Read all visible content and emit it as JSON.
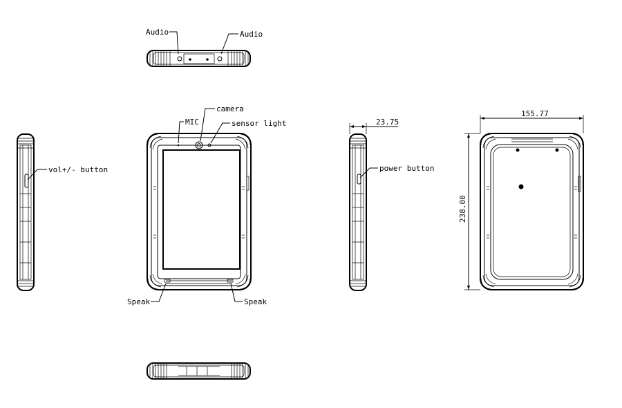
{
  "labels": {
    "audio_left": "Audio",
    "audio_right": "Audio",
    "mic": "MIC",
    "camera": "camera",
    "sensor_light": "sensor light",
    "vol_button": "vol+/- button",
    "power_button": "power button",
    "speak_left": "Speak",
    "speak_right": "Speak"
  },
  "dimensions": {
    "thickness": "23.75",
    "width": "155.77",
    "height": "238.00"
  },
  "colors": {
    "line": "#000000",
    "background": "#ffffff"
  }
}
